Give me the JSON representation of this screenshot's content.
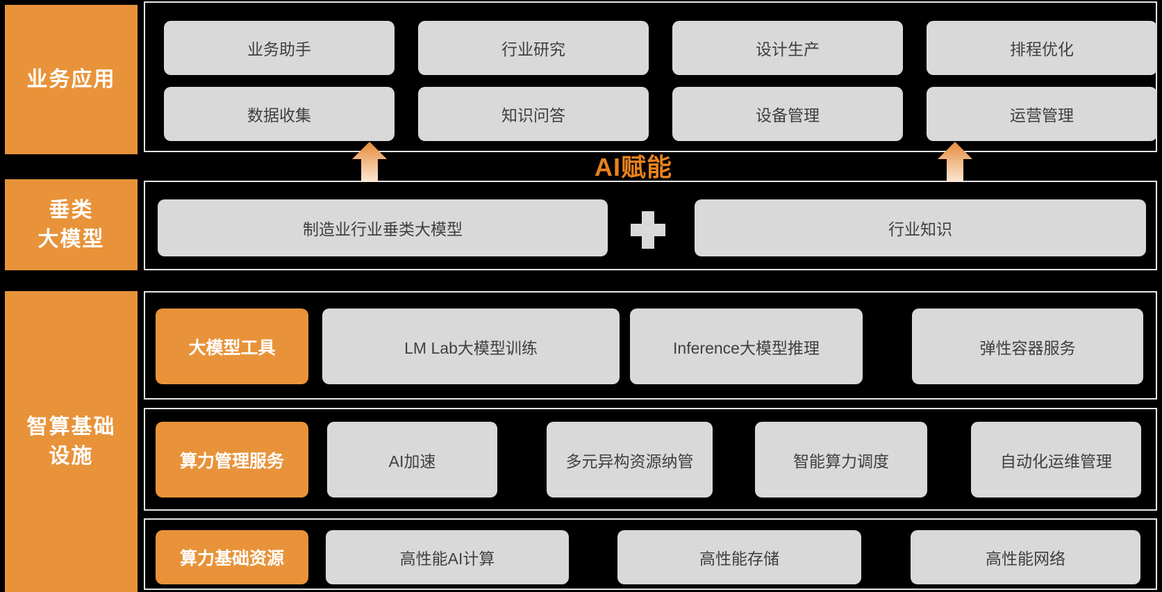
{
  "colors": {
    "background": "#000000",
    "orange": "#E8933A",
    "orange_accent_text": "#E8821E",
    "box_gray": "#D9D9D9",
    "box_text": "#3F3F3F",
    "panel_border": "#E7E7E7",
    "arrow_gradient_top": "#E58B3A",
    "arrow_gradient_bottom": "#FCE8D5"
  },
  "icons": {
    "up_arrow_left": "up-arrow",
    "up_arrow_right": "up-arrow",
    "plus": "plus"
  },
  "side_labels": {
    "business_apps": "业务应用",
    "vertical_model_line1": "垂类",
    "vertical_model_line2": "大模型",
    "infra_line1": "智算基础",
    "infra_line2": "设施"
  },
  "banner": {
    "label": "AI赋能"
  },
  "apps": {
    "row1": [
      "业务助手",
      "行业研究",
      "设计生产",
      "排程优化"
    ],
    "row2": [
      "数据收集",
      "知识问答",
      "设备管理",
      "运营管理"
    ]
  },
  "model": {
    "model_box": "制造业行业垂类大模型",
    "knowledge_box": "行业知识"
  },
  "infra": {
    "row1": {
      "category": "大模型工具",
      "items": [
        "LM Lab大模型训练",
        "Inference大模型推理",
        "弹性容器服务"
      ]
    },
    "row2": {
      "category": "算力管理服务",
      "items": [
        "AI加速",
        "多元异构资源纳管",
        "智能算力调度",
        "自动化运维管理"
      ]
    },
    "row3": {
      "category": "算力基础资源",
      "items": [
        "高性能AI计算",
        "高性能存储",
        "高性能网络"
      ]
    }
  }
}
